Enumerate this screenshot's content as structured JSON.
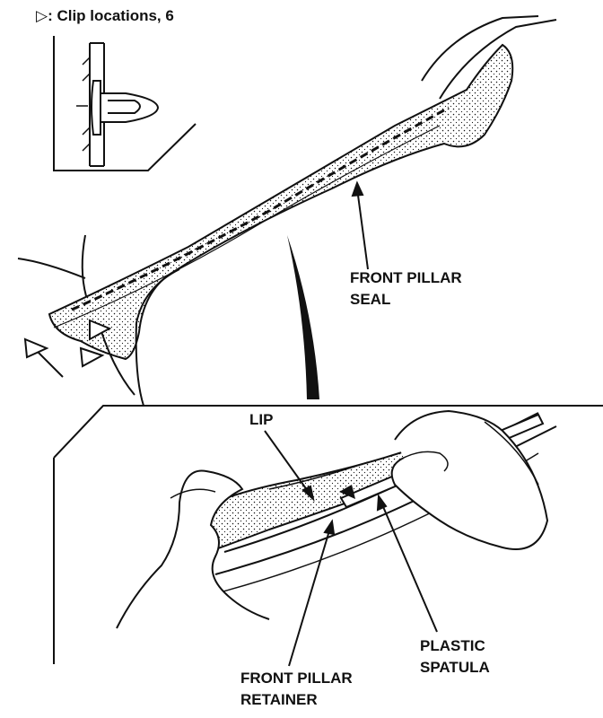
{
  "legend": {
    "symbol": "▷",
    "text": ": Clip locations, 6",
    "symbol_icon": "clip-triangle-icon"
  },
  "labels": {
    "front_pillar_seal_1": "FRONT PILLAR",
    "front_pillar_seal_2": "SEAL",
    "lip": "LIP",
    "plastic_spatula_1": "PLASTIC",
    "plastic_spatula_2": "SPATULA",
    "front_pillar_retainer_1": "FRONT PILLAR",
    "front_pillar_retainer_2": "RETAINER"
  },
  "colors": {
    "ink": "#111111",
    "paper": "#ffffff"
  }
}
